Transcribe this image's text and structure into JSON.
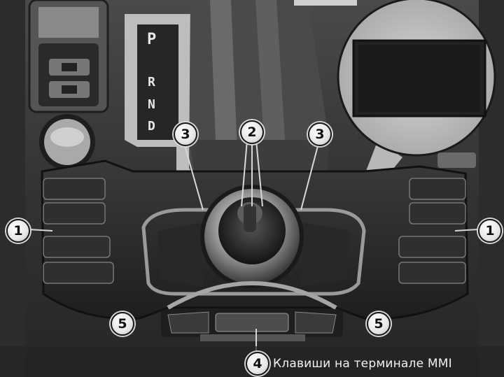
{
  "gear_indicator": [
    "P",
    "R",
    "N",
    "D"
  ],
  "callouts": {
    "left_side": "1",
    "right_side": "1",
    "joystick": "2",
    "upper_left": "3",
    "upper_right": "3",
    "lower_left": "5",
    "lower_right": "5",
    "bottom_center": "4"
  },
  "caption": "Клавиши на терминале MMI"
}
